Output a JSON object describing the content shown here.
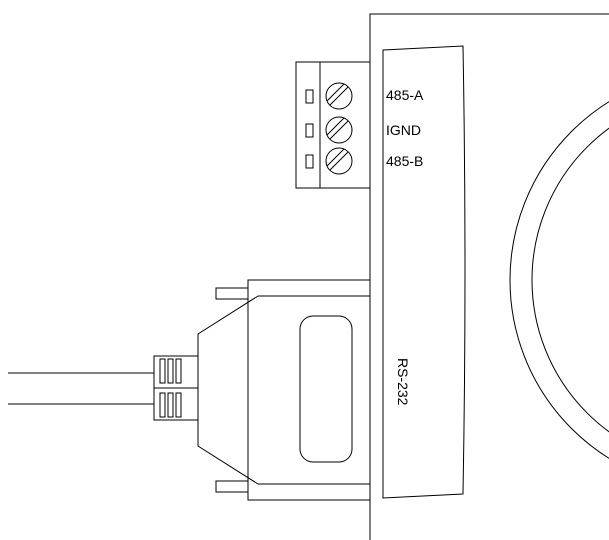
{
  "colors": {
    "stroke": "#000000",
    "background": "#ffffff"
  },
  "terminal_block": {
    "labels": [
      "485-A",
      "IGND",
      "485-B"
    ]
  },
  "serial_port": {
    "label": "RS-232"
  }
}
